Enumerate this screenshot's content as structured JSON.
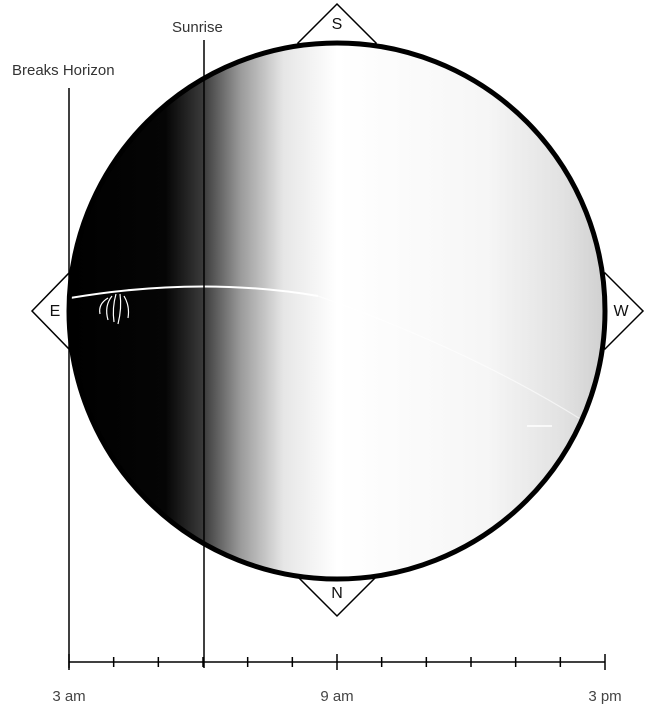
{
  "markers": {
    "breaks_horizon": "Breaks Horizon",
    "sunrise": "Sunrise"
  },
  "compass": {
    "north": "N",
    "south": "S",
    "east": "E",
    "west": "W"
  },
  "timeline": {
    "ticks": [
      "3 am",
      "9 am",
      "3 pm"
    ],
    "minor_tick_count": 12
  },
  "colors": {
    "dark": "#000000",
    "light": "#ffffff",
    "outline": "#000000"
  }
}
